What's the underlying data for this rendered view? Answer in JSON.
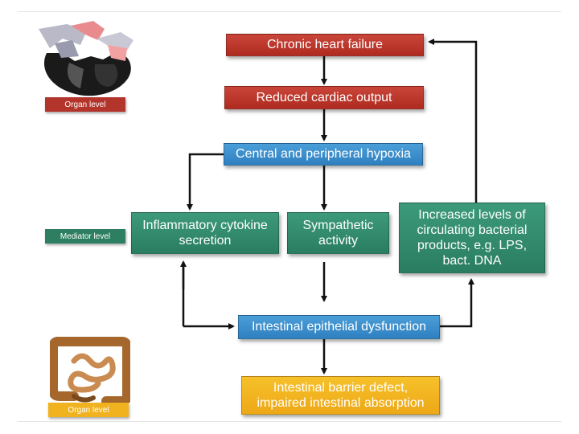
{
  "boxes": {
    "chronic_hf": "Chronic heart failure",
    "reduced_co": "Reduced cardiac output",
    "hypoxia": "Central and peripheral hypoxia",
    "cytokine_line1": "Inflammatory cytokine",
    "cytokine_line2": "secretion",
    "sympathetic_line1": "Sympathetic",
    "sympathetic_line2": "activity",
    "bacterial_line1": "Increased levels of",
    "bacterial_line2": "circulating bacterial",
    "bacterial_line3": "products, e.g. LPS,",
    "bacterial_line4": "bact. DNA",
    "intestinal_dysfunction": "Intestinal epithelial dysfunction",
    "barrier_line1": "Intestinal barrier defect,",
    "barrier_line2": "impaired intestinal absorption"
  },
  "labels": {
    "organ_level_heart": "Organ level",
    "mediator_level": "Mediator level",
    "organ_level_gut": "Organ level"
  },
  "icons": {
    "heart": "heart-illustration",
    "intestine": "intestine-illustration"
  },
  "colors": {
    "red": "#b8352a",
    "blue": "#3a8fcf",
    "green": "#31896b",
    "orange": "#f2b31e"
  }
}
